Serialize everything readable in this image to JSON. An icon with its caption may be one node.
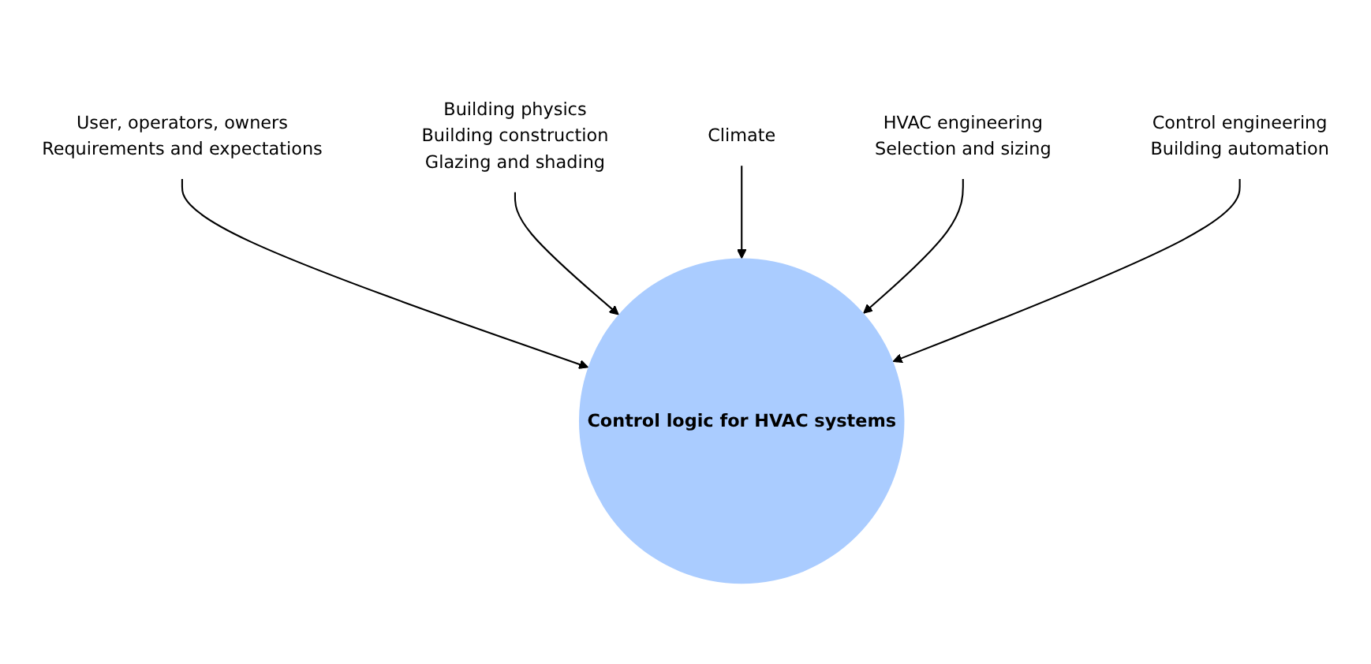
{
  "diagram": {
    "nodes": [
      {
        "text": [
          "User, operators, owners",
          "Requirements and expectations"
        ]
      },
      {
        "text": [
          "Building physics",
          "Building construction",
          "Glazing and shading"
        ]
      },
      {
        "text": [
          "Climate"
        ]
      },
      {
        "text": [
          "Control logic for HVAC systems"
        ]
      },
      {
        "text": [
          "HVAC engineering",
          "Selection and sizing"
        ]
      },
      {
        "text": [
          "Control engineering",
          "Building automation"
        ]
      }
    ],
    "edges": [
      {
        "from": 0,
        "to": 3,
        "arrow": "to"
      },
      {
        "from": 1,
        "to": 3,
        "arrow": "to"
      },
      {
        "from": 2,
        "to": 3,
        "arrow": "to"
      },
      {
        "from": 4,
        "to": 3,
        "arrow": "to"
      },
      {
        "from": 5,
        "to": 3,
        "arrow": "to"
      }
    ]
  }
}
